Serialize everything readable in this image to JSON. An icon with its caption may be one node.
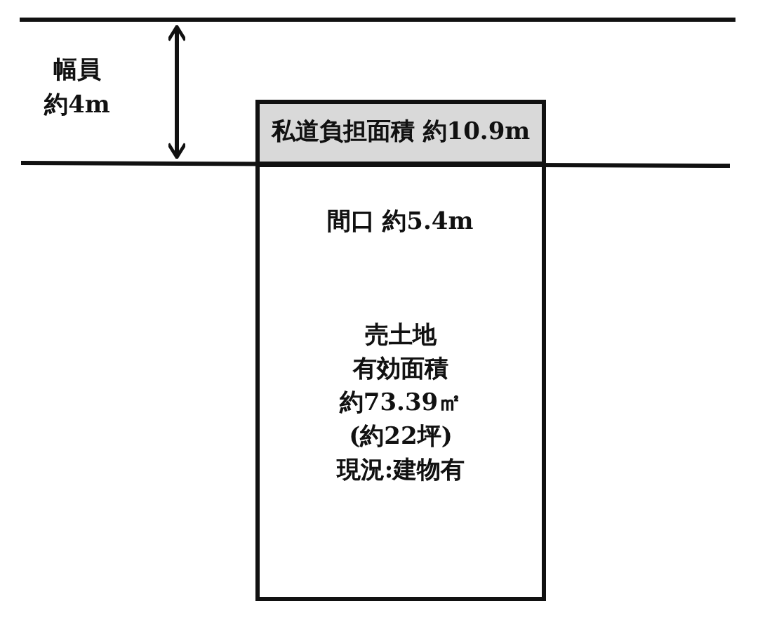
{
  "diagram": {
    "nodes": [
      {
        "text": [
          "私道負担面積 約10.9m"
        ]
      },
      {
        "text": [
          "売土地",
          "有効面積",
          "約73.39㎡",
          "(約22坪)",
          "現況:建物有"
        ]
      }
    ],
    "labels": [
      "幅員",
      "約4m",
      "間口 約5.4m"
    ]
  }
}
